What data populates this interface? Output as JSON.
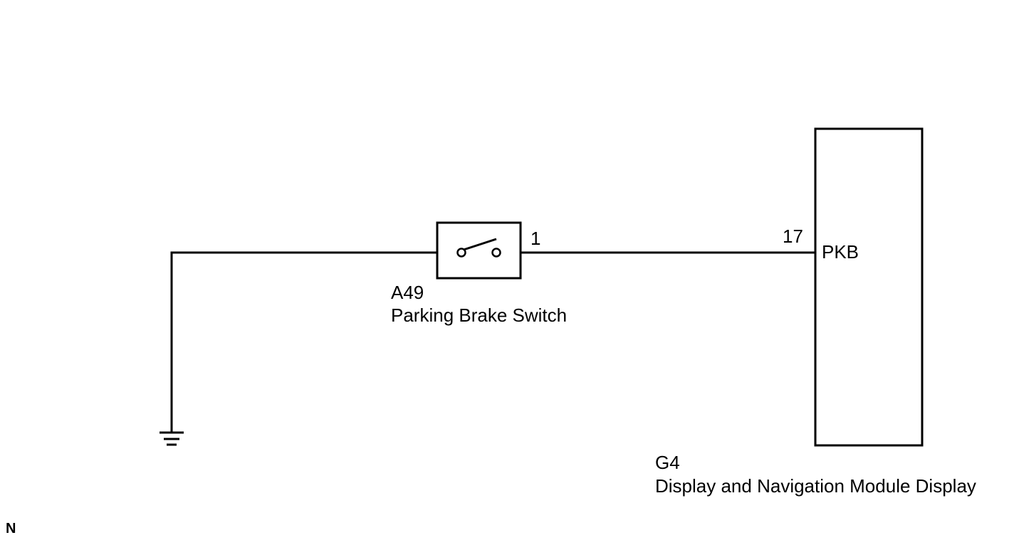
{
  "switch": {
    "connector_id": "A49",
    "name": "Parking Brake Switch",
    "pin": "1"
  },
  "module": {
    "connector_id": "G4",
    "name": "Display and Navigation Module Display",
    "pin": "17",
    "terminal": "PKB"
  },
  "corner_mark": "N",
  "colors": {
    "line": "#000000",
    "background": "#ffffff"
  }
}
